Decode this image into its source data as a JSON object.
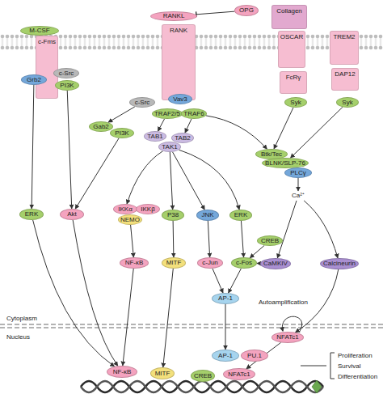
{
  "diagram": {
    "nodes": [
      {
        "text": [
          "M-CSF"
        ]
      },
      {
        "text": [
          "c-Fms"
        ]
      },
      {
        "text": [
          "Grb2"
        ]
      },
      {
        "text": [
          "c-Src"
        ]
      },
      {
        "text": [
          "PI3K"
        ]
      },
      {
        "text": [
          "RANKL"
        ]
      },
      {
        "text": [
          "OPG"
        ]
      },
      {
        "text": [
          "RANK"
        ]
      },
      {
        "text": [
          "c-Src"
        ]
      },
      {
        "text": [
          "Vav3"
        ]
      },
      {
        "text": [
          "TRAF2/5"
        ]
      },
      {
        "text": [
          "TRAF6"
        ]
      },
      {
        "text": [
          "Collagen"
        ]
      },
      {
        "text": [
          "OSCAR"
        ]
      },
      {
        "text": [
          "FcRγ"
        ]
      },
      {
        "text": [
          "Syk"
        ]
      },
      {
        "text": [
          "TREM2"
        ]
      },
      {
        "text": [
          "DAP12"
        ]
      },
      {
        "text": [
          "Syk"
        ]
      },
      {
        "text": [
          "Gab2"
        ]
      },
      {
        "text": [
          "PI3K"
        ]
      },
      {
        "text": [
          "TAB1"
        ]
      },
      {
        "text": [
          "TAB2"
        ]
      },
      {
        "text": [
          "TAK1"
        ]
      },
      {
        "text": [
          "Btk/Tec"
        ]
      },
      {
        "text": [
          "BLNK/SLP-76"
        ]
      },
      {
        "text": [
          "PLCγ"
        ]
      },
      {
        "text": [
          "Ca²⁺"
        ]
      },
      {
        "text": [
          "ERK"
        ]
      },
      {
        "text": [
          "Akt"
        ]
      },
      {
        "text": [
          "IKKα"
        ]
      },
      {
        "text": [
          "IKKβ"
        ]
      },
      {
        "text": [
          "NEMO"
        ]
      },
      {
        "text": [
          "P38"
        ]
      },
      {
        "text": [
          "JNK"
        ]
      },
      {
        "text": [
          "ERK"
        ]
      },
      {
        "text": [
          "NF-κB"
        ]
      },
      {
        "text": [
          "MITF"
        ]
      },
      {
        "text": [
          "c-Jun"
        ]
      },
      {
        "text": [
          "c-Fos"
        ]
      },
      {
        "text": [
          "CREB"
        ]
      },
      {
        "text": [
          "CaMKIV"
        ]
      },
      {
        "text": [
          "Calcineurin"
        ]
      },
      {
        "text": [
          "AP-1"
        ]
      },
      {
        "text": [
          "NFATc1"
        ]
      },
      {
        "text": [
          "AP-1"
        ]
      },
      {
        "text": [
          "PU.1"
        ]
      },
      {
        "text": [
          "NF-κB"
        ]
      },
      {
        "text": [
          "MITF"
        ]
      },
      {
        "text": [
          "CREB"
        ]
      },
      {
        "text": [
          "NFATc1"
        ]
      }
    ],
    "edges": [
      {
        "from": 6,
        "to": 5,
        "arrow": "to"
      },
      {
        "from": 2,
        "to": 28,
        "arrow": "to"
      },
      {
        "from": 4,
        "to": 29,
        "arrow": "to"
      },
      {
        "from": 8,
        "to": 19,
        "arrow": "to"
      },
      {
        "from": 20,
        "to": 29,
        "arrow": "to"
      },
      {
        "from": 10,
        "to": 21,
        "arrow": "to"
      },
      {
        "from": 11,
        "to": 22,
        "arrow": "to"
      },
      {
        "from": 11,
        "to": 24,
        "arrow": "to"
      },
      {
        "from": 15,
        "to": 24,
        "arrow": "to"
      },
      {
        "from": 18,
        "to": 25,
        "arrow": "to"
      },
      {
        "from": 23,
        "to": 30,
        "arrow": "to"
      },
      {
        "from": 23,
        "to": 33,
        "arrow": "to"
      },
      {
        "from": 23,
        "to": 34,
        "arrow": "to"
      },
      {
        "from": 23,
        "to": 35,
        "arrow": "to"
      },
      {
        "from": 32,
        "to": 36,
        "arrow": "to"
      },
      {
        "from": 33,
        "to": 37,
        "arrow": "to"
      },
      {
        "from": 34,
        "to": 38,
        "arrow": "to"
      },
      {
        "from": 35,
        "to": 39,
        "arrow": "to"
      },
      {
        "from": 41,
        "to": 39,
        "arrow": "to"
      },
      {
        "from": 40,
        "to": 39,
        "arrow": "to"
      },
      {
        "from": 26,
        "to": 27,
        "arrow": "to"
      },
      {
        "from": 27,
        "to": 41,
        "arrow": "to"
      },
      {
        "from": 27,
        "to": 42,
        "arrow": "to"
      },
      {
        "from": 38,
        "to": 43,
        "arrow": "to"
      },
      {
        "from": 39,
        "to": 43,
        "arrow": "to"
      },
      {
        "from": 42,
        "to": 44,
        "arrow": "to"
      },
      {
        "from": 43,
        "to": 45,
        "arrow": "to"
      },
      {
        "from": 44,
        "to": 50,
        "arrow": "to"
      },
      {
        "from": 28,
        "to": 47,
        "arrow": "to"
      },
      {
        "from": 29,
        "to": 47,
        "arrow": "to"
      },
      {
        "from": 36,
        "to": 47,
        "arrow": "to"
      },
      {
        "from": 37,
        "to": 48,
        "arrow": "to"
      }
    ],
    "labels": [
      "Cytoplasm",
      "Nucleus",
      "Autoamplification",
      "Proliferation",
      "Survival",
      "Differentiation"
    ]
  }
}
